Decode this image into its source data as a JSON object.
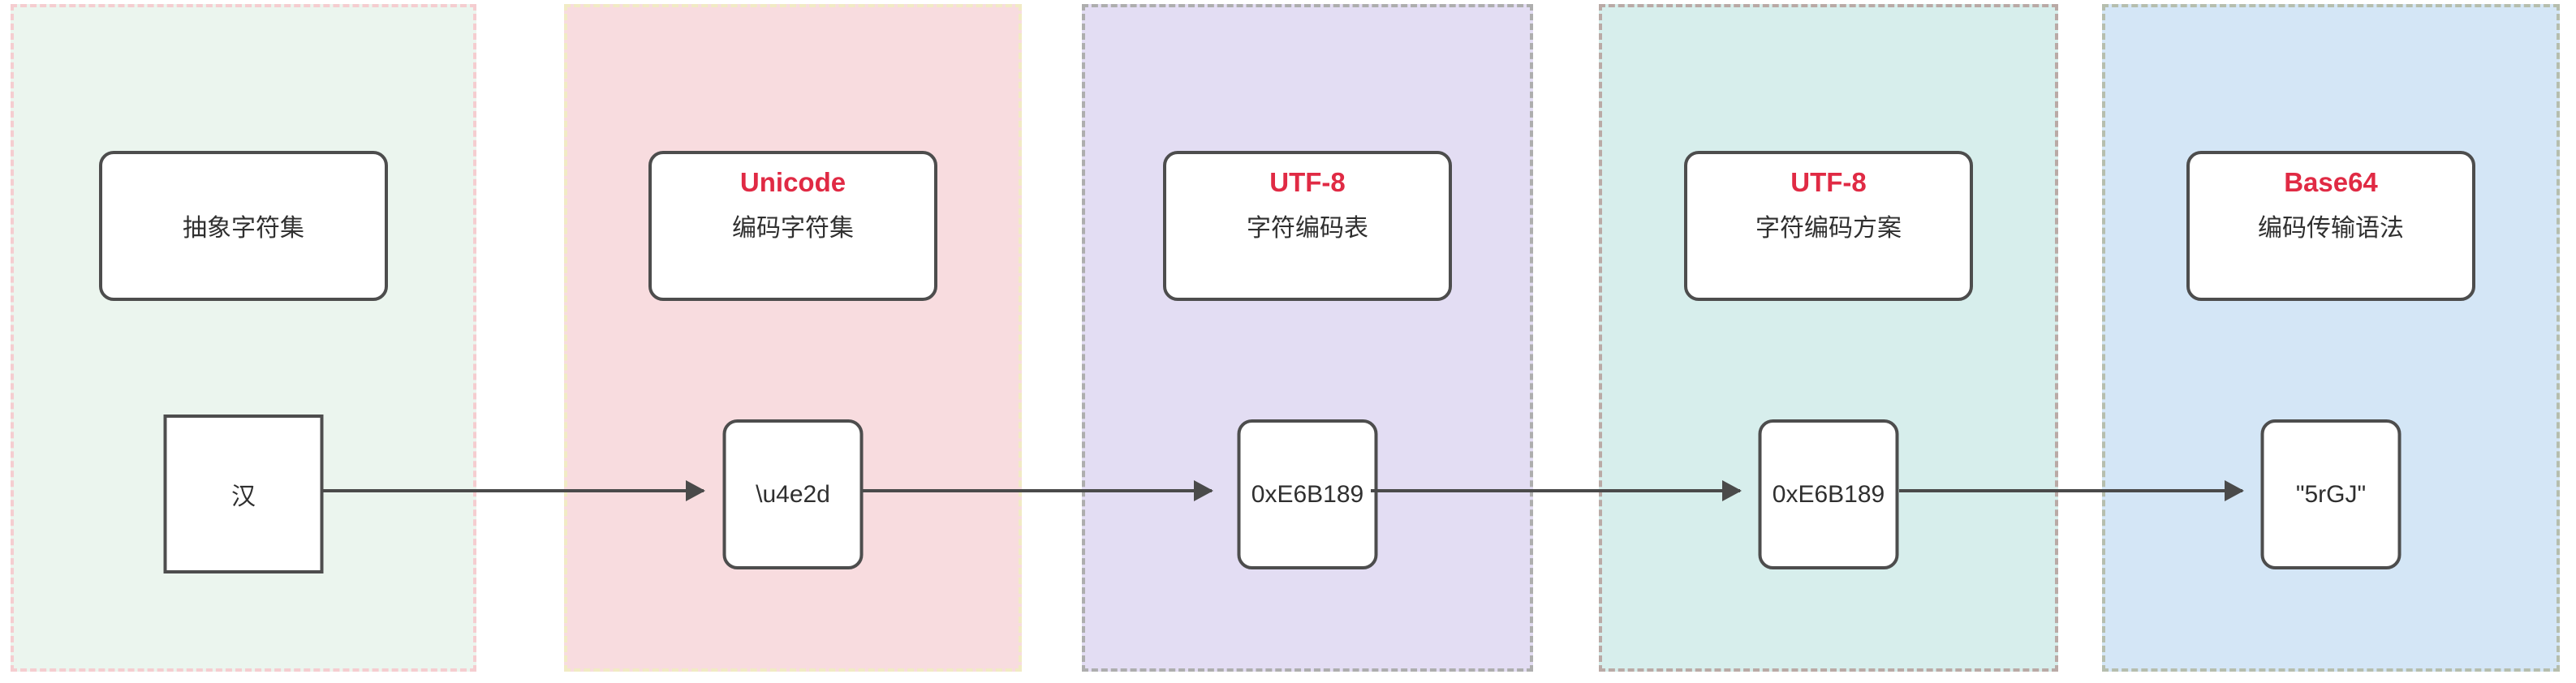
{
  "diagram": {
    "accent_red": "#e02a44",
    "box_border_color": "#4d4d4d",
    "arrow_color": "#4a4a4a",
    "panels": [
      {
        "title": "",
        "subtitle": "抽象字符集",
        "value": "汉",
        "bg": "#ebf5ee",
        "dash_color": "#f5cdd0"
      },
      {
        "title": "Unicode",
        "subtitle": "编码字符集",
        "value": "\\u4e2d",
        "bg": "#f8dcdf",
        "dash_color": "#f1ebc4"
      },
      {
        "title": "UTF-8",
        "subtitle": "字符编码表",
        "value": "0xE6B189",
        "bg": "#e3ddf3",
        "dash_color": "#aeaeae"
      },
      {
        "title": "UTF-8",
        "subtitle": "字符编码方案",
        "value": "0xE6B189",
        "bg": "#d7eeec",
        "dash_color": "#baaaa6"
      },
      {
        "title": "Base64",
        "subtitle": "编码传输语法",
        "value": "\"5rGJ\"",
        "bg": "#d4e6f6",
        "dash_color": "#b6beae"
      }
    ]
  }
}
